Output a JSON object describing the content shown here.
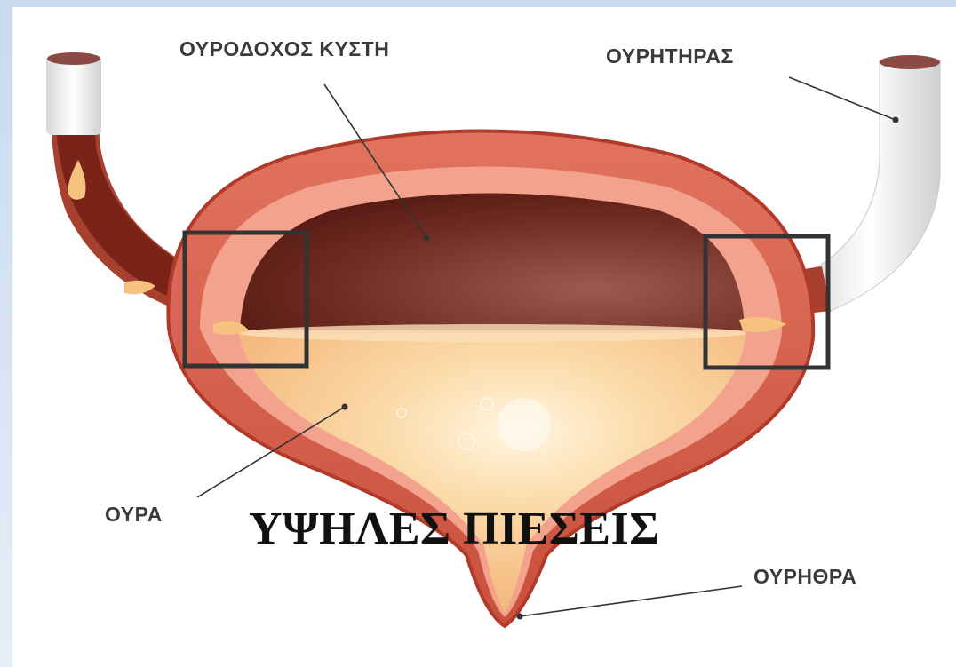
{
  "labels": {
    "bladder": "ΟΥΡΟΔΟΧΟΣ ΚΥΣΤΗ",
    "ureter": "ΟΥΡΗΤΗΡΑΣ",
    "urine": "ΟΥΡΑ",
    "urethra": "ΟΥΡΗΘΡΑ"
  },
  "overlay_text": "ΥΨΗΛΕΣ ΠΙΕΣΕΙΣ",
  "colors": {
    "wall": "#d9604b",
    "wall_dark": "#b23a2a",
    "lumen_dark": "#5a1a14",
    "urine": "#f7c98d",
    "highlight_box": "#333333",
    "label_text": "#3a3a3a"
  }
}
